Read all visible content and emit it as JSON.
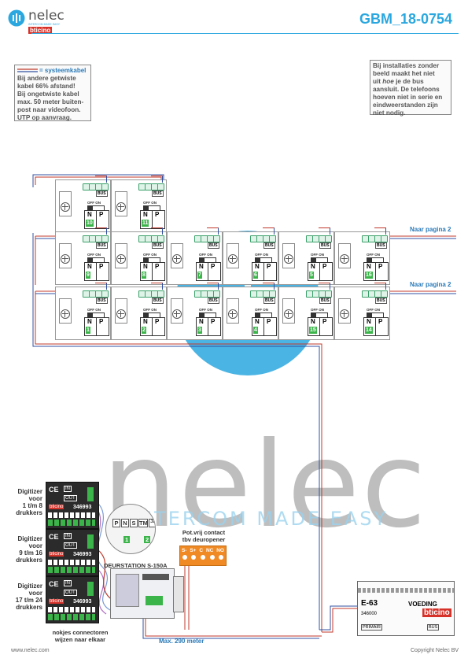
{
  "header": {
    "brand": "nelec",
    "brand_sub": "INTERCOM MADE EASY",
    "brand_partner": "bticino",
    "doc_code": "GBM_18-0754"
  },
  "notes": {
    "left": {
      "legend": "= systeemkabel",
      "lines": [
        "Bij andere getwiste",
        "kabel 66% afstand!",
        "Bij ongetwiste kabel",
        "max. 50 meter buiten-",
        "post naar videofoon.",
        "UTP op aanvraag."
      ]
    },
    "right": {
      "lines": [
        "Bij installaties zonder",
        "beeld maakt het niet",
        "uit",
        "hoe",
        "je de bus",
        "aansluit. De telefoons",
        "hoeven niet in serie en",
        "eindweerstanden zijn",
        "niet nodig."
      ]
    }
  },
  "row_labels": {
    "row2": "Naar pagina 2",
    "row3": "Naar pagina 2"
  },
  "phone_terminal": {
    "bus": "BUS",
    "off_on": "OFF ON",
    "n": "N",
    "p": "P"
  },
  "phones": {
    "row1": [
      "10",
      "11"
    ],
    "row2": [
      "9",
      "8",
      "7",
      "6",
      "5",
      "16"
    ],
    "row3": [
      "1",
      "2",
      "3",
      "4",
      "15",
      "14"
    ]
  },
  "digitizers": [
    {
      "label": [
        "Digitizer",
        "voor",
        "1 t/m 8",
        "drukkers"
      ],
      "model": "346993"
    },
    {
      "label": [
        "Digitizer",
        "voor",
        "9 t/m 16",
        "drukkers"
      ],
      "model": "346993"
    },
    {
      "label": [
        "Digitizer",
        "voor",
        "17 t/m 24",
        "drukkers"
      ],
      "model": "346993"
    }
  ],
  "digitizer_text": {
    "brand": "bticino",
    "ce": "CE",
    "out": "OUT",
    "in": "IN"
  },
  "door_station": {
    "label": "DEURSTATION S-150A",
    "terminals": [
      "P",
      "N",
      "S",
      "TM",
      "J2"
    ],
    "numbers": [
      "1",
      "2"
    ]
  },
  "relay": {
    "caption": [
      "Pot.vrij contact",
      "tbv deuropener"
    ],
    "terminals": [
      "S-",
      "S+",
      "C",
      "NC",
      "NO"
    ]
  },
  "cable_label": "Max. 290 meter",
  "connector_note": [
    "nokjes connectoren",
    "wijzen naar elkaar"
  ],
  "power_supply": {
    "code": "E-63",
    "title": "VOEDING",
    "model": "346000",
    "brand": "bticino",
    "primair": "PRIMAIR",
    "bus": "BUS"
  },
  "watermark": {
    "word": "nelec",
    "tagline": "INTERCOM MADE EASY"
  },
  "footer": {
    "left": "www.nelec.com",
    "right": "Copyright Nelec BV"
  },
  "colors": {
    "accent": "#2aa7df",
    "bus_green": "#3bb54a",
    "cable_red": "#c0392b",
    "cable_blue": "#3050a0",
    "relay_orange": "#f08a24"
  }
}
